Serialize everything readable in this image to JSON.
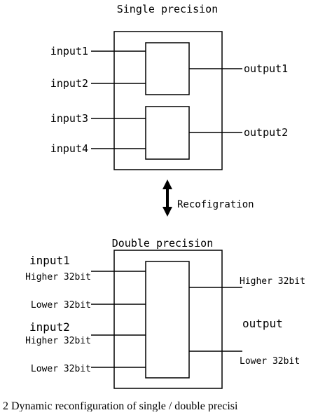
{
  "single": {
    "title": "Single precision",
    "inputs": [
      "input1",
      "input2",
      "input3",
      "input4"
    ],
    "outputs": [
      "output1",
      "output2"
    ]
  },
  "reconfig_label": "Recofigration",
  "double": {
    "title": "Double precision",
    "input1_label": "input1",
    "input2_label": "input2",
    "in1_high": "Higher 32bit",
    "in1_low": "Lower 32bit",
    "in2_high": "Higher 32bit",
    "in2_low": "Lower 32bit",
    "out_high": "Higher 32bit",
    "out_label": "output",
    "out_low": "Lower 32bit"
  },
  "caption": "2 Dynamic reconfiguration of single / double precisi"
}
